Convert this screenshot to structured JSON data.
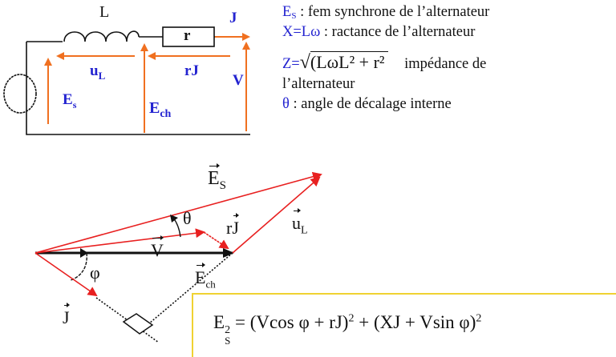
{
  "circuit": {
    "labels": {
      "inductor": "L",
      "resistor": "r",
      "current": "J",
      "inductor_voltage": "u",
      "inductor_voltage_sub": "L",
      "resistor_voltage": "rJ",
      "terminal_voltage": "V",
      "emf": "E",
      "emf_sub": "s",
      "load_emf": "E",
      "load_emf_sub": "ch"
    },
    "colors": {
      "wire": "#111111",
      "arrow": "#f07020",
      "label": "#2323d0"
    }
  },
  "legend": {
    "items": [
      {
        "symbol": "E",
        "symbol_sub": "S",
        "text": " : fem  synchrone de l’alternateur"
      },
      {
        "symbol": "X=Lω",
        "text": " : ractance de l’alternateur"
      },
      {
        "symbol": "Z=",
        "formula": "(LωL² + r²",
        "text": "impédance de"
      },
      {
        "text": "l’alternateur"
      },
      {
        "symbol": "θ",
        "text": " : angle de décalage interne"
      }
    ]
  },
  "phasor": {
    "labels": {
      "Es": "E",
      "Es_sub": "S",
      "theta": "θ",
      "rJ_prefix": "r",
      "rJ": "J",
      "uL": "u",
      "uL_sub": "L",
      "V": "V",
      "phi": "φ",
      "Ech": "E",
      "Ech_sub": "ch",
      "J": "J"
    },
    "colors": {
      "red": "#e82020",
      "black": "#111111"
    }
  },
  "formula": {
    "lhs": "E",
    "lhs_sup": "2",
    "lhs_sub": "S",
    "eq": " = (Vcos φ + rJ)",
    "sq1": "2",
    "plus": " + (XJ + Vsin φ)",
    "sq2": "2",
    "border_color": "#f0d232"
  }
}
